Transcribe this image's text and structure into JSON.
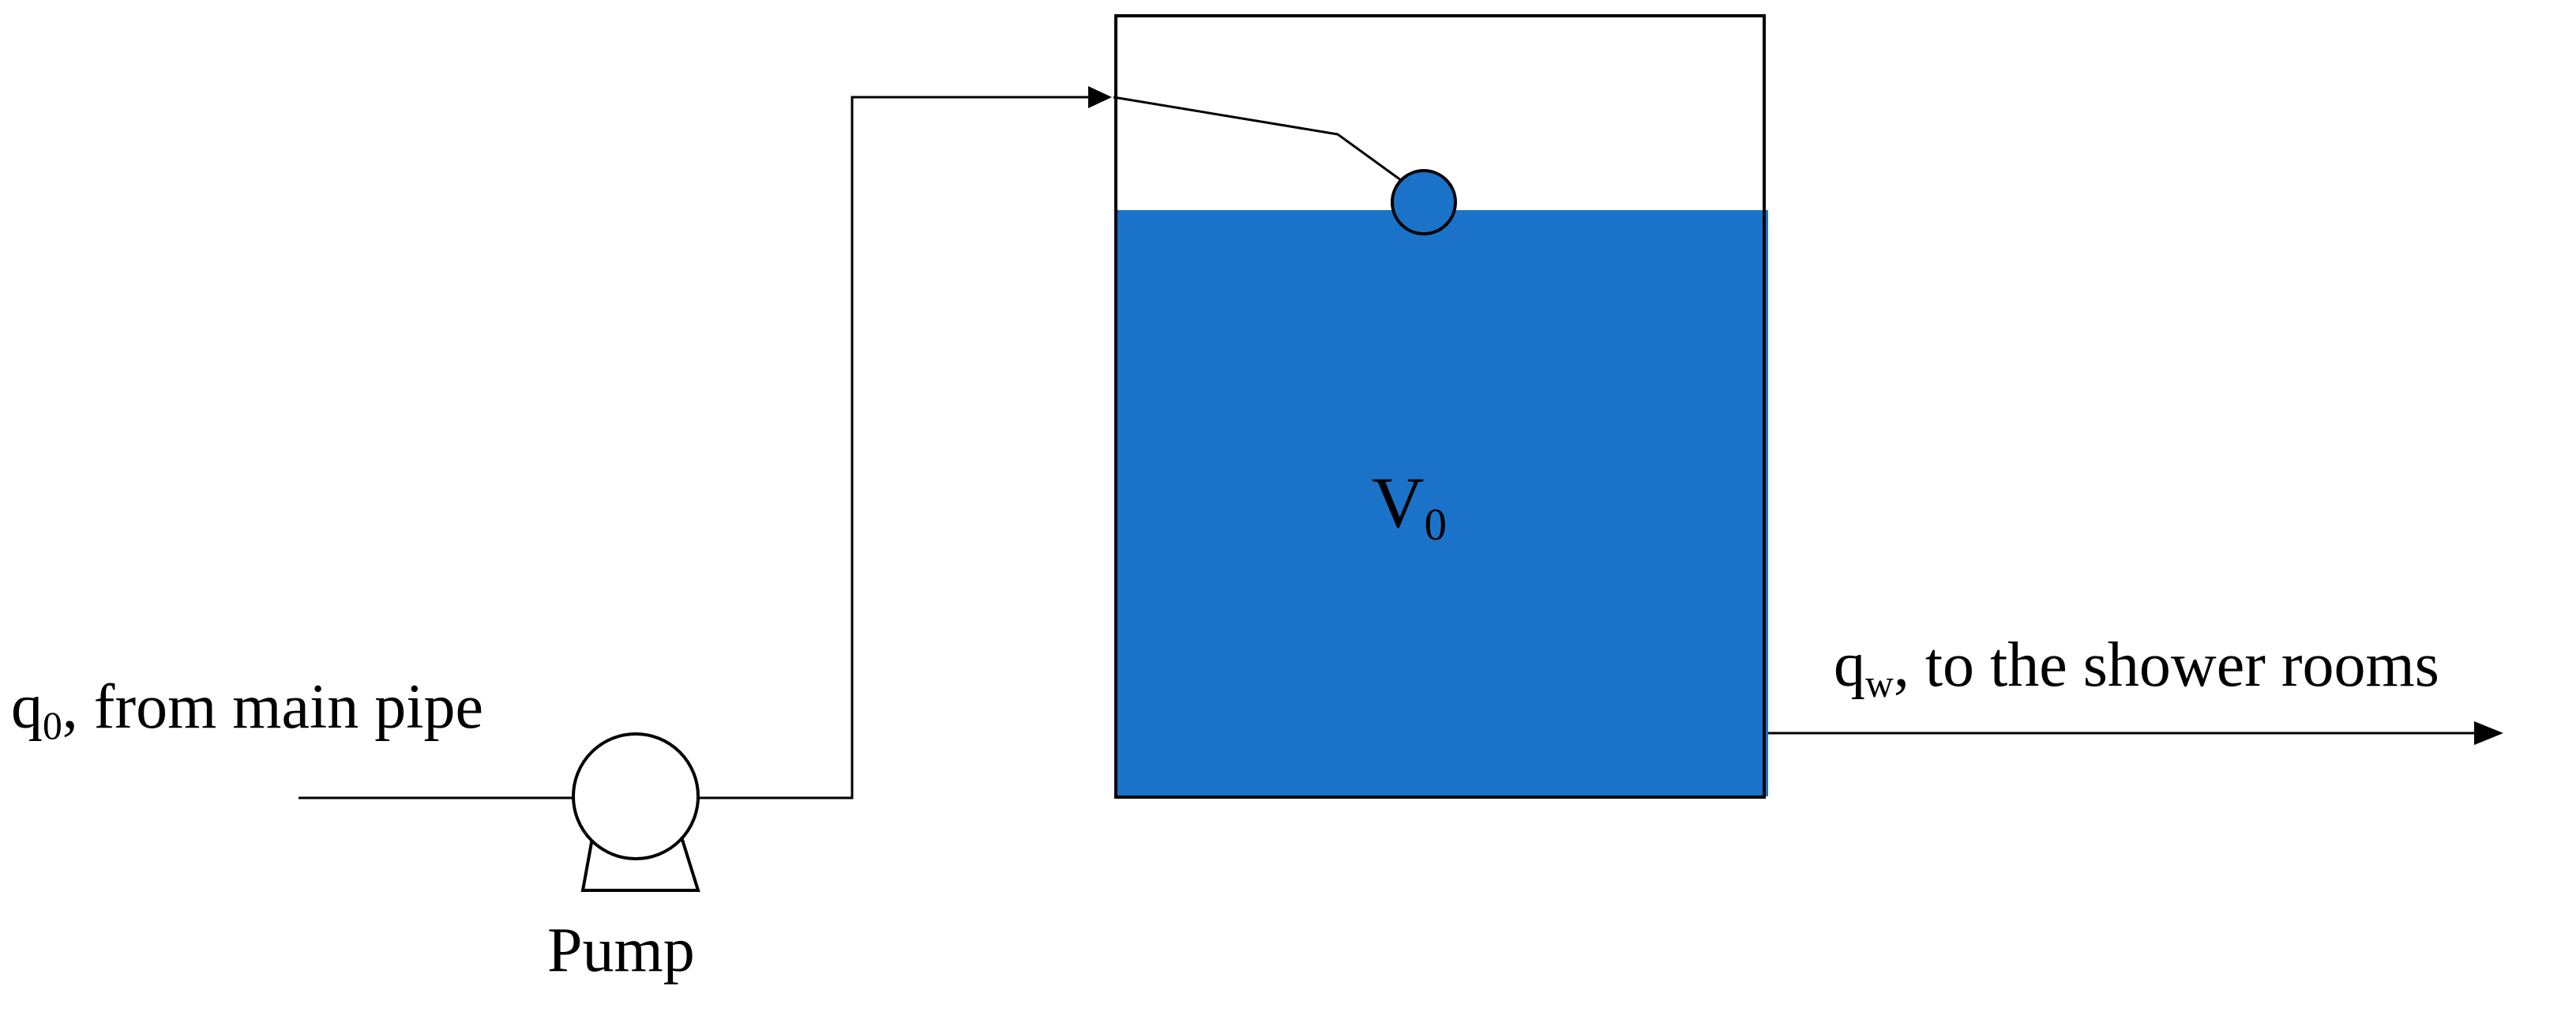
{
  "labels": {
    "inlet": {
      "symbol": "q",
      "subscript": "0",
      "text": ", from main pipe"
    },
    "outlet": {
      "symbol": "q",
      "subscript": "w",
      "text": ", to the shower rooms"
    },
    "pump": "Pump",
    "volume": {
      "symbol": "V",
      "subscript": "0"
    }
  },
  "colors": {
    "water": "#1A73C9",
    "line": "#000000",
    "background": "#FFFFFF"
  },
  "icons": {
    "pump": "centrifugal-pump-icon",
    "float": "float-valve-icon"
  }
}
